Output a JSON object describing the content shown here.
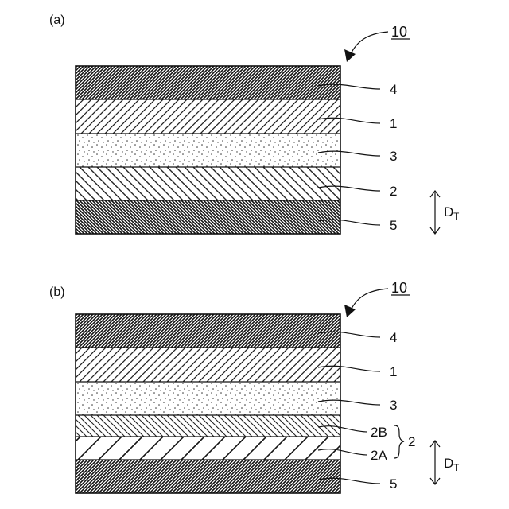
{
  "panels": [
    {
      "label": "(a)",
      "ref": "10",
      "dimension": {
        "main": "D",
        "sub": "T"
      },
      "layers": [
        {
          "id": "4",
          "label": "4",
          "pattern": "dense-diag-double"
        },
        {
          "id": "1",
          "label": "1",
          "pattern": "diag-forward"
        },
        {
          "id": "3",
          "label": "3",
          "pattern": "dots"
        },
        {
          "id": "2",
          "label": "2",
          "pattern": "diag-back"
        },
        {
          "id": "5",
          "label": "5",
          "pattern": "dense-diag-back"
        }
      ],
      "group_labels": []
    },
    {
      "label": "(b)",
      "ref": "10",
      "dimension": {
        "main": "D",
        "sub": "T"
      },
      "layers": [
        {
          "id": "4",
          "label": "4",
          "pattern": "dense-diag-double"
        },
        {
          "id": "1",
          "label": "1",
          "pattern": "diag-forward"
        },
        {
          "id": "3",
          "label": "3",
          "pattern": "dots"
        },
        {
          "id": "2B",
          "label": "2B",
          "pattern": "diag-back-fine"
        },
        {
          "id": "2A",
          "label": "2A",
          "pattern": "diag-forward-wide"
        },
        {
          "id": "5",
          "label": "5",
          "pattern": "dense-diag-double"
        }
      ],
      "group_labels": [
        {
          "label": "2",
          "members": [
            "2B",
            "2A"
          ]
        }
      ]
    }
  ]
}
